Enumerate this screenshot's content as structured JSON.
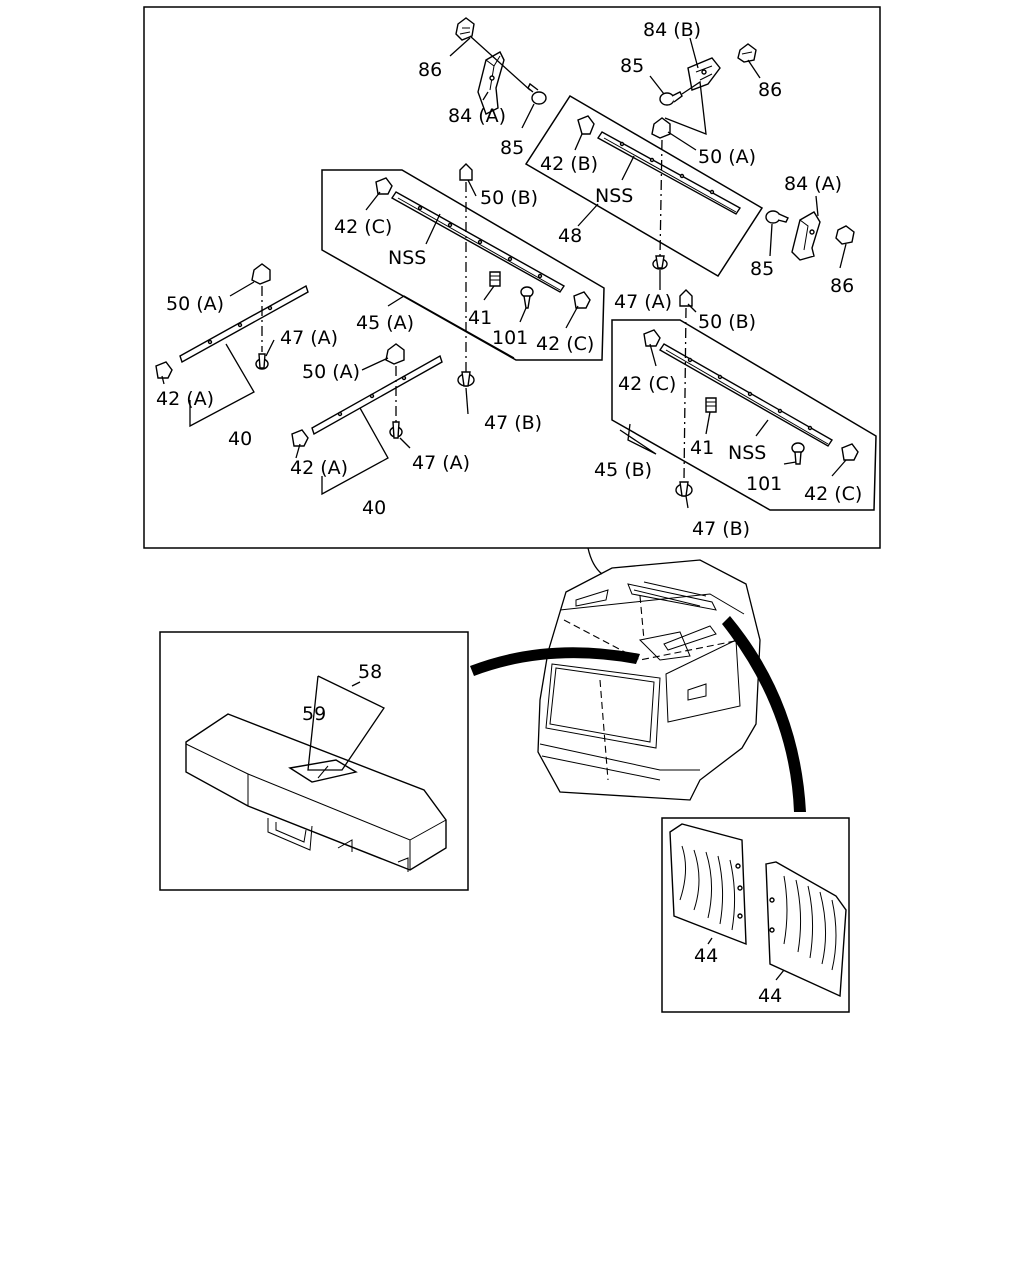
{
  "labels": {
    "l86a": "86",
    "l84a_top": "84 (A)",
    "l85a": "85",
    "l84b": "84 (B)",
    "l85b": "85",
    "l86b": "86",
    "l42b": "42 (B)",
    "l50a_top": "50 (A)",
    "lnss48": "NSS",
    "l48": "48",
    "l84a_r": "84 (A)",
    "l85c": "85",
    "l86c": "86",
    "l50b_mid": "50 (B)",
    "l42c_a": "42 (C)",
    "lnss45a": "NSS",
    "l45a": "45 (A)",
    "l41a": "41",
    "l101a": "101",
    "l42c_b": "42 (C)",
    "l50a_left": "50 (A)",
    "l47a_left": "47 (A)",
    "l42a_left": "42 (A)",
    "l40_left": "40",
    "l50a_mid": "50 (A)",
    "l47b_mid": "47 (B)",
    "l42a_mid": "42 (A)",
    "l47a_mid": "47 (A)",
    "l40_mid": "40",
    "l47a_r": "47 (A)",
    "l50b_r": "50 (B)",
    "l42c_c": "42 (C)",
    "l41b": "41",
    "lnss45b": "NSS",
    "l45b": "45 (B)",
    "l101b": "101",
    "l42c_d": "42 (C)",
    "l47b_r": "47 (B)",
    "l58": "58",
    "l59": "59",
    "l44a": "44",
    "l44b": "44"
  }
}
